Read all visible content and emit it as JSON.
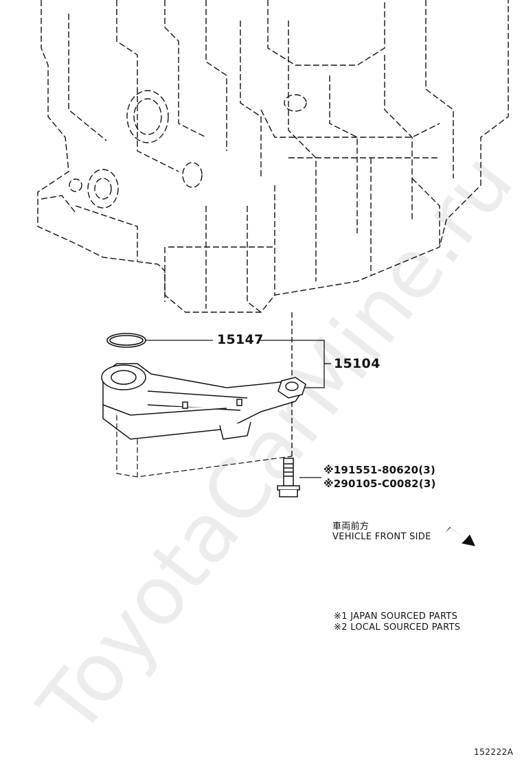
{
  "parts": {
    "oring": "15147",
    "strainer": "15104",
    "bolt_japan": "※191551-80620(3)",
    "bolt_local": "※290105-C0082(3)"
  },
  "direction": {
    "japanese": "車両前方",
    "english": "VEHICLE FRONT SIDE"
  },
  "notes": {
    "japan": "※1 JAPAN SOURCED PARTS",
    "local": "※2 LOCAL SOURCED PARTS"
  },
  "watermark": "ToyotaCarMine.ru",
  "figure_id": "152222A",
  "colors": {
    "line": "#111111",
    "watermark": "#000000"
  },
  "icons": {
    "front_arrow": "arrow-down-right-icon"
  }
}
